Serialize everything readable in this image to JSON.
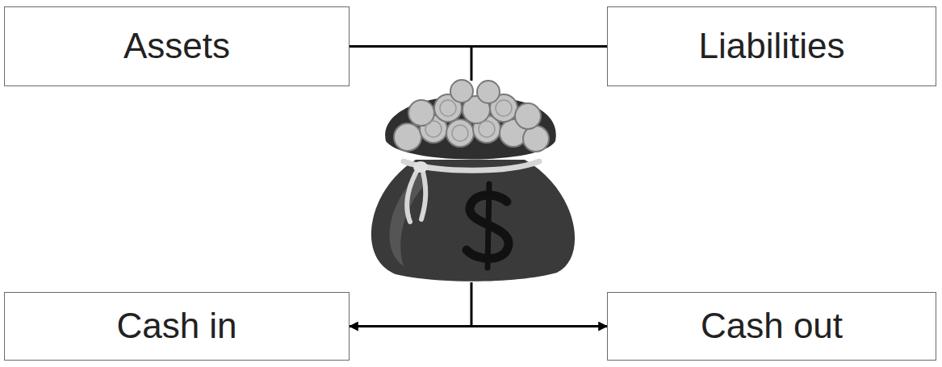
{
  "diagram": {
    "nodes": [
      {
        "text": [
          "Assets"
        ]
      },
      {
        "text": [
          "Liabilities"
        ]
      },
      {
        "text": [
          "Cash in"
        ]
      },
      {
        "text": [
          "Cash out"
        ]
      }
    ],
    "edges": [
      {
        "from": 0,
        "to": 1,
        "arrow": "none"
      },
      {
        "from": 2,
        "to": 3,
        "arrow": "both"
      }
    ]
  }
}
